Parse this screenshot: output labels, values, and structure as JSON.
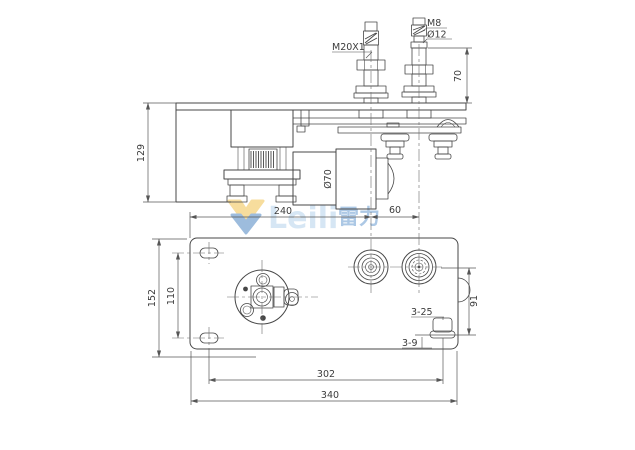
{
  "title": "contactor-assembly-technical-drawing",
  "watermark": {
    "brand_latin": "Leili",
    "brand_cjk": "雷力",
    "logo_color_top": "#f0bc3e",
    "logo_color_bottom": "#3d7bbd",
    "text_color_latin": "#aecfeb",
    "text_color_cjk": "#5b92cc"
  },
  "labels": {
    "stud_thread_small": "M8",
    "stud_diameter": "Ø12",
    "stud_thread_large": "M20X1",
    "dim_stud_height": "70",
    "dim_assembly_height": "129",
    "motor_diameter": "Ø70",
    "dim_edge_to_terminal": "240",
    "dim_terminal_spacing": "60",
    "dim_plate_depth": "152",
    "dim_slot_spacing": "110",
    "dim_terminal_to_hole": "91",
    "slot_callout": "3-25",
    "hole_callout": "3-9",
    "dim_hole_span": "302",
    "dim_overall_length": "340"
  },
  "colors": {
    "line": "#474747",
    "dim_text": "#3c3c3c",
    "background": "#ffffff"
  }
}
